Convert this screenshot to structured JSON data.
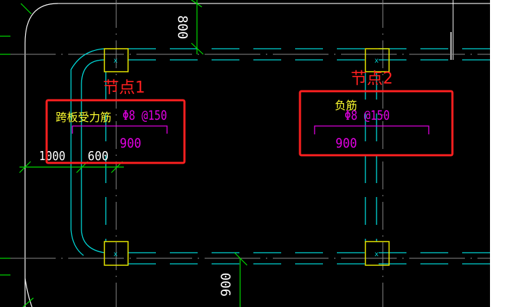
{
  "colors": {
    "background": "#000000",
    "axis": "#8c8c8c",
    "rebar": "#00d8d8",
    "column": "#e8e800",
    "dimension": "#00e000",
    "annotation": "#ff2020",
    "label": "#ffff30",
    "spec": "#e000e0",
    "outline": "#ffffff"
  },
  "nodes": [
    {
      "label": "节点1",
      "bar_name": "跨板受力筋",
      "spec": "Φ8 @150",
      "length": "900"
    },
    {
      "label": "节点2",
      "bar_name": "负筋",
      "spec": "Φ8 @150",
      "length": "900"
    }
  ],
  "dimensions": {
    "top": "800",
    "left_a": "1000",
    "left_b": "600",
    "bottom": "900"
  }
}
